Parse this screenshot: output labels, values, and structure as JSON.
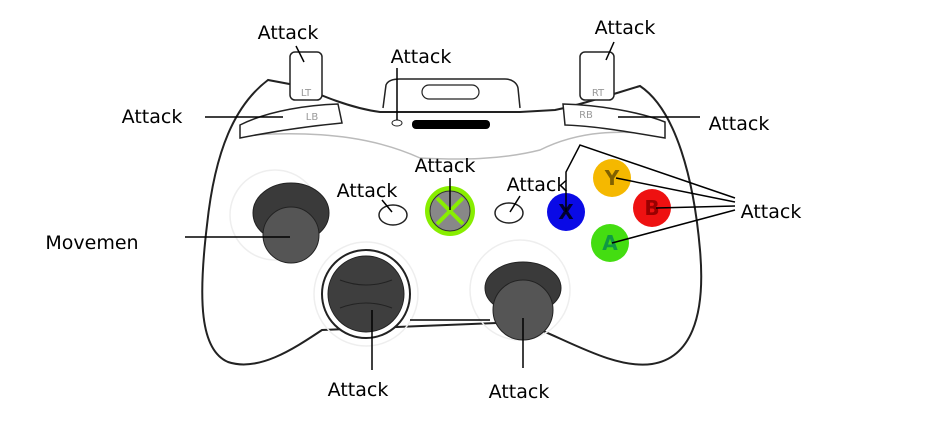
{
  "controller": {
    "buttons": {
      "lt": "LT",
      "rt": "RT",
      "lb": "LB",
      "rb": "RB",
      "y": "Y",
      "b": "B",
      "x": "X",
      "a": "A"
    },
    "colors": {
      "y": "#f5b800",
      "b": "#ee1111",
      "x": "#0a0ae6",
      "a": "#44dd11",
      "guide_ring": "#88ee00",
      "guide": "#888888",
      "stick": "#444444"
    }
  },
  "labels": {
    "lt": "Attack",
    "top_center": "Attack",
    "rt": "Attack",
    "lb": "Attack",
    "rb": "Attack",
    "guide": "Attack",
    "back": "Attack",
    "start": "Attack",
    "face_buttons": "Attack",
    "left_stick": "Movemen",
    "dpad": "Attack",
    "right_stick": "Attack"
  }
}
